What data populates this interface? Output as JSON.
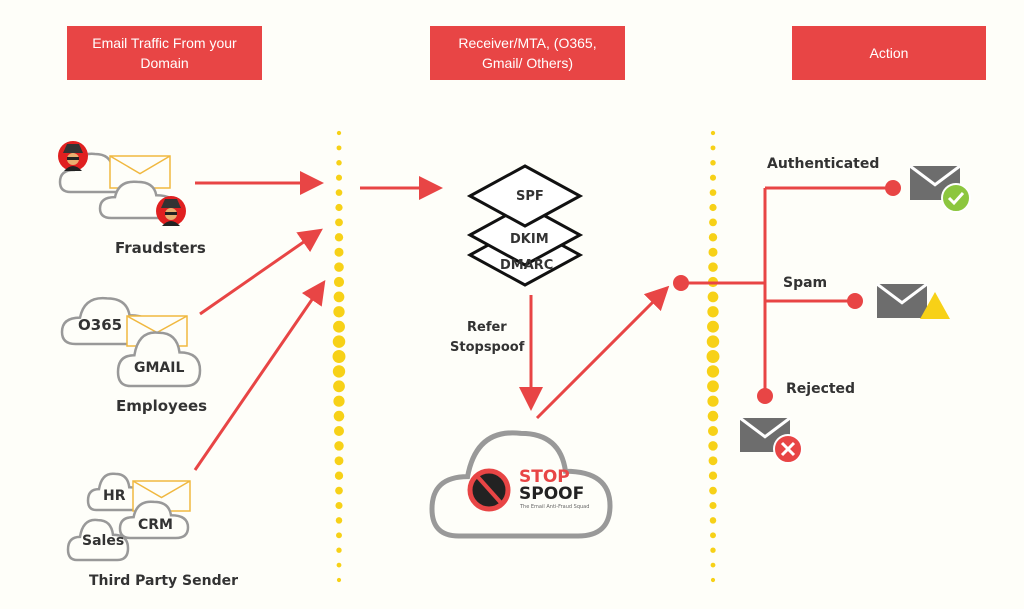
{
  "headers": {
    "source": "Email Traffic From your Domain",
    "receiver": "Receiver/MTA, (O365, Gmail/ Others)",
    "action": "Action"
  },
  "senders": {
    "fraudsters": "Fraudsters",
    "employees": "Employees",
    "o365": "O365",
    "gmail": "GMAIL",
    "third_party": "Third Party Sender",
    "hr": "HR",
    "crm": "CRM",
    "sales": "Sales"
  },
  "checks": {
    "spf": "SPF",
    "dkim": "DKIM",
    "dmarc": "DMARC"
  },
  "refer": "Refer\nStopspoof",
  "refer_lines": [
    "Refer",
    "Stopspoof"
  ],
  "logo": {
    "stop": "STOP",
    "spoof": "SPOOF",
    "tagline": "The Email Anti-Fraud Squad"
  },
  "actions": {
    "authenticated": "Authenticated",
    "spam": "Spam",
    "rejected": "Rejected"
  },
  "colors": {
    "accent": "#e84545",
    "dots": "#f7d117",
    "envelope": "#f0b840",
    "cloud": "#999999",
    "icon_gray": "#6d6d6d",
    "ok": "#8cc63f",
    "warn": "#f7d117"
  }
}
